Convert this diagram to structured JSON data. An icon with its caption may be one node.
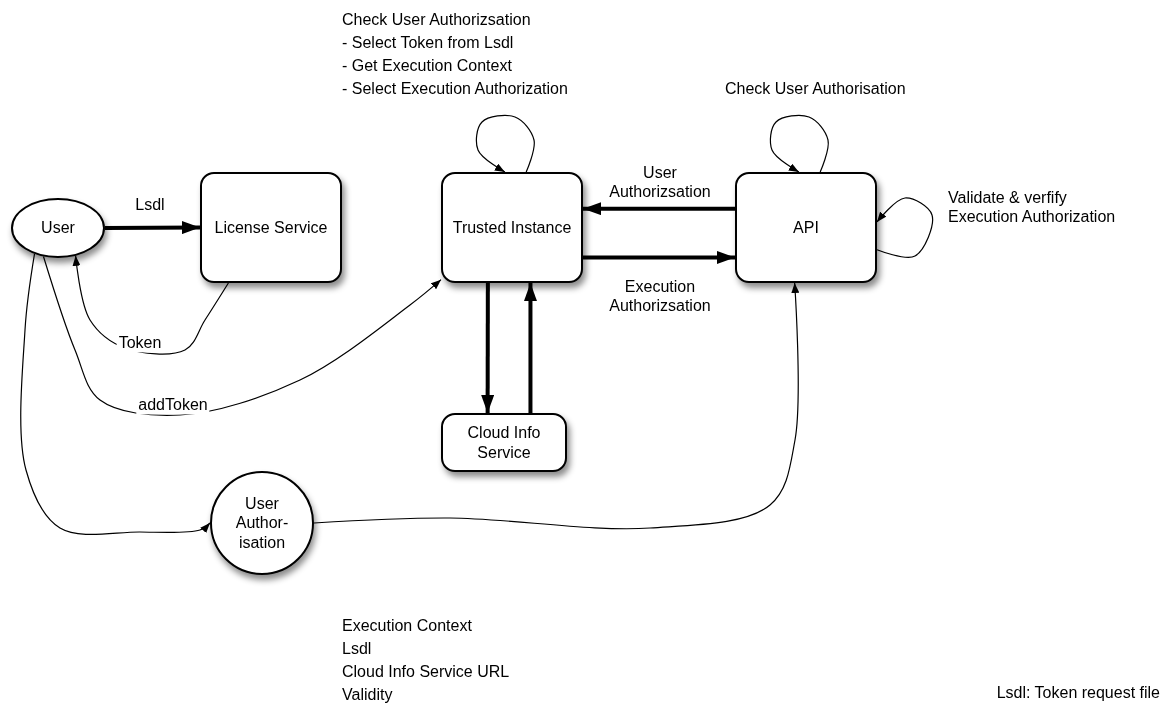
{
  "diagram": {
    "nodes": [
      {
        "text": [
          "User"
        ]
      },
      {
        "text": [
          "License Service"
        ]
      },
      {
        "text": [
          "Trusted Instance"
        ],
        "beside": [
          "Check User Authorizsation",
          "- Select Token from Lsdl",
          "- Get Execution Context",
          "- Select Execution Authorization"
        ]
      },
      {
        "text": [
          "API"
        ]
      },
      {
        "text": [
          "Cloud Info Service"
        ]
      },
      {
        "text": [
          "User Author- isation"
        ],
        "beside": [
          "Execution Context",
          "Lsdl",
          "Cloud Info Service URL",
          "Validity"
        ]
      }
    ],
    "edges": [
      {
        "from": 0,
        "to": 1,
        "arrow": "to",
        "label": "Lsdl",
        "style": "thick"
      },
      {
        "from": 1,
        "to": 0,
        "arrow": "to",
        "label": "Token"
      },
      {
        "from": 0,
        "to": 2,
        "arrow": "to",
        "label": "addToken"
      },
      {
        "from": 3,
        "to": 2,
        "arrow": "to",
        "label": "User Authorizsation",
        "style": "thick"
      },
      {
        "from": 2,
        "to": 3,
        "arrow": "to",
        "label": "Execution Authorizsation",
        "style": "thick"
      },
      {
        "from": 2,
        "to": 4,
        "arrow": "to",
        "style": "thick"
      },
      {
        "from": 4,
        "to": 2,
        "arrow": "to",
        "style": "thick"
      },
      {
        "from": 2,
        "to": 2,
        "arrow": "to"
      },
      {
        "from": 3,
        "to": 3,
        "arrow": "to"
      },
      {
        "from": 3,
        "to": 3,
        "arrow": "to"
      },
      {
        "from": 0,
        "to": 5,
        "arrow": "to"
      },
      {
        "from": 5,
        "to": 3,
        "arrow": "to"
      }
    ],
    "labels": [
      "Check User Authorisation",
      "Validate & verfify Execution Authorization",
      "Lsdl: Token request file"
    ]
  }
}
